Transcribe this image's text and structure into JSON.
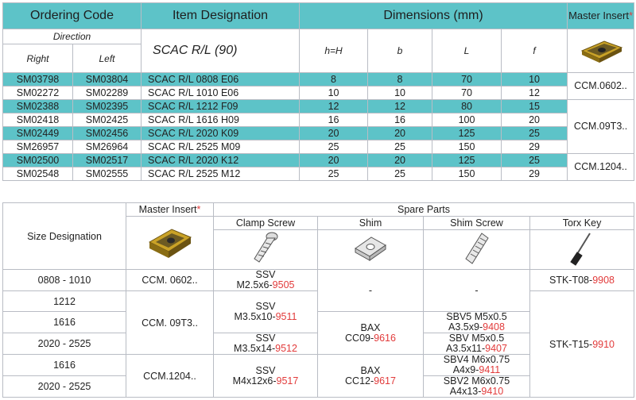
{
  "top_table": {
    "headers": {
      "ordering_code": "Ordering Code",
      "item_designation": "Item Designation",
      "dimensions": "Dimensions (mm)",
      "master_insert": "Master Insert",
      "master_insert_star": "*"
    },
    "sub_headers": {
      "direction": "Direction",
      "right": "Right",
      "left": "Left",
      "series": "SCAC R/L (90)",
      "h": "h=H",
      "b": "b",
      "L": "L",
      "f": "f"
    },
    "rows": [
      {
        "right": "SM03798",
        "left": "SM03804",
        "item": "SCAC R/L 0808 E06",
        "h": "8",
        "b": "8",
        "L": "70",
        "f": "10"
      },
      {
        "right": "SM02272",
        "left": "SM02289",
        "item": "SCAC R/L 1010 E06",
        "h": "10",
        "b": "10",
        "L": "70",
        "f": "12"
      },
      {
        "right": "SM02388",
        "left": "SM02395",
        "item": "SCAC R/L 1212 F09",
        "h": "12",
        "b": "12",
        "L": "80",
        "f": "15"
      },
      {
        "right": "SM02418",
        "left": "SM02425",
        "item": "SCAC R/L 1616 H09",
        "h": "16",
        "b": "16",
        "L": "100",
        "f": "20"
      },
      {
        "right": "SM02449",
        "left": "SM02456",
        "item": "SCAC R/L 2020 K09",
        "h": "20",
        "b": "20",
        "L": "125",
        "f": "25"
      },
      {
        "right": "SM26957",
        "left": "SM26964",
        "item": "SCAC R/L 2525 M09",
        "h": "25",
        "b": "25",
        "L": "150",
        "f": "29"
      },
      {
        "right": "SM02500",
        "left": "SM02517",
        "item": "SCAC R/L 2020 K12",
        "h": "20",
        "b": "20",
        "L": "125",
        "f": "25"
      },
      {
        "right": "SM02548",
        "left": "SM02555",
        "item": "SCAC R/L 2525 M12",
        "h": "25",
        "b": "25",
        "L": "150",
        "f": "29"
      }
    ],
    "inserts": [
      "CCM.0602..",
      "CCM.09T3..",
      "CCM.1204.."
    ]
  },
  "bottom_table": {
    "headers": {
      "size_designation": "Size Designation",
      "master_insert": "Master Insert",
      "master_insert_star": "*",
      "spare_parts": "Spare Parts",
      "clamp_screw": "Clamp Screw",
      "shim": "Shim",
      "shim_screw": "Shim Screw",
      "torx_key": "Torx Key"
    },
    "sizes": [
      "0808 - 1010",
      "1212",
      "1616",
      "2020 - 2525",
      "1616",
      "2020 - 2525"
    ],
    "inserts": [
      "CCM. 0602..",
      "CCM. 09T3..",
      "CCM.1204.."
    ],
    "clamp_screws": [
      {
        "name": "SSV",
        "spec": "M2.5x6-",
        "code": "9505"
      },
      {
        "name": "SSV",
        "spec": "M3.5x10-",
        "code": "9511"
      },
      {
        "name": "SSV",
        "spec": "M3.5x14-",
        "code": "9512"
      },
      {
        "name": "SSV",
        "spec": "M4x12x6-",
        "code": "9517"
      }
    ],
    "shims": [
      {
        "value": "-"
      },
      {
        "name": "BAX",
        "spec": "CC09-",
        "code": "9616"
      },
      {
        "name": "BAX",
        "spec": "CC12-",
        "code": "9617"
      }
    ],
    "shim_screws": [
      {
        "value": "-"
      },
      {
        "name": "SBV5 M5x0.5",
        "spec": "A3.5x9-",
        "code": "9408"
      },
      {
        "name": "SBV M5x0.5",
        "spec": "A3.5x11-",
        "code": "9407"
      },
      {
        "name": "SBV4 M6x0.75",
        "spec": "A4x9-",
        "code": "9411"
      },
      {
        "name": "SBV2 M6x0.75",
        "spec": "A4x13-",
        "code": "9410"
      }
    ],
    "torx_keys": [
      {
        "spec": "STK-T08-",
        "code": "9908"
      },
      {
        "spec": "STK-T15-",
        "code": "9910"
      }
    ]
  },
  "colors": {
    "header_teal": "#5dc3c8",
    "code_red": "#e23b3b",
    "insert_gold": "#c9a227"
  },
  "icons": [
    "insert-icon",
    "clamp-screw-icon",
    "shim-icon",
    "shim-screw-icon",
    "torx-key-icon"
  ]
}
